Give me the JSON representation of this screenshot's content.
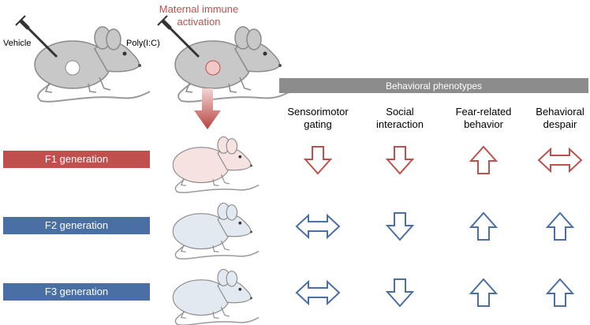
{
  "top": {
    "vehicle_label": "Vehicle",
    "polyic_label": "Poly(I:C)",
    "mia_line1": "Maternal immune",
    "mia_line2": "activation"
  },
  "generations": [
    {
      "label": "F1 generation",
      "color": "#c0504d",
      "mouse_fill": "#f6e3e1"
    },
    {
      "label": "F2 generation",
      "color": "#4a6fa5",
      "mouse_fill": "#e3e9f1"
    },
    {
      "label": "F3 generation",
      "color": "#4a6fa5",
      "mouse_fill": "#e3e9f1"
    }
  ],
  "phenotypes": {
    "header": "Behavioral phenotypes",
    "header_color": "#8c8c8c",
    "columns": [
      {
        "line1": "Sensorimotor",
        "line2": "gating"
      },
      {
        "line1": "Social",
        "line2": "interaction"
      },
      {
        "line1": "Fear-related",
        "line2": "behavior"
      },
      {
        "line1": "Behavioral",
        "line2": "despair"
      }
    ],
    "effects": [
      [
        "down",
        "down",
        "up",
        "both"
      ],
      [
        "both",
        "down",
        "up",
        "up"
      ],
      [
        "both",
        "down",
        "up",
        "up"
      ]
    ]
  },
  "colors": {
    "mouse_grey": "#c8c8c8",
    "arrow_red": "#c0504d",
    "arrow_blue": "#4a6fa5",
    "mia_text": "#c0504d"
  }
}
